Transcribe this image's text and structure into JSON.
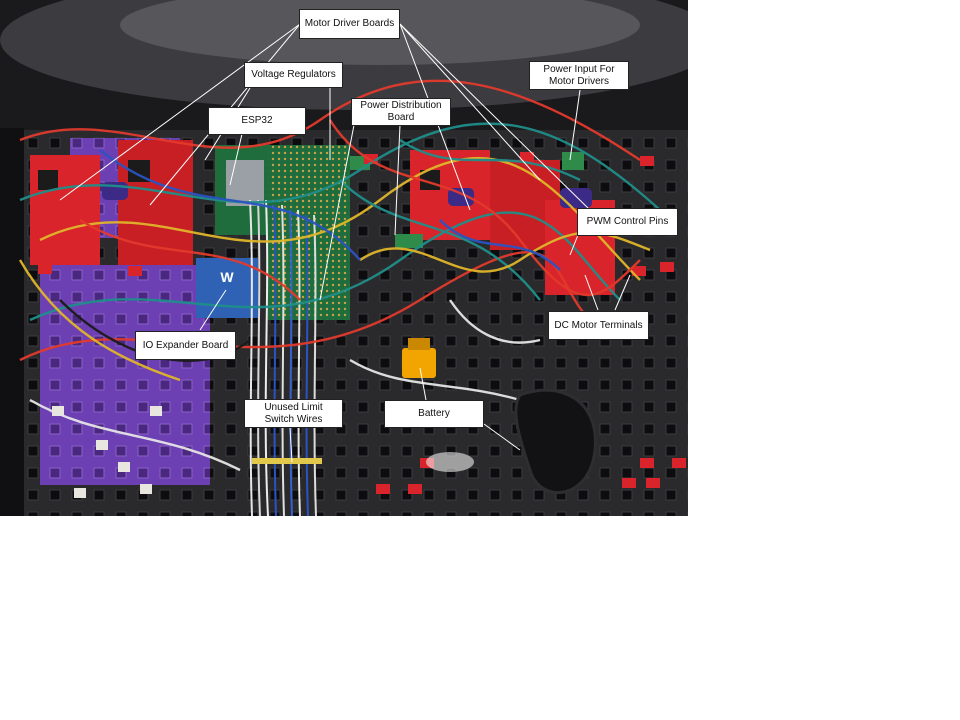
{
  "figure": {
    "description_photo": "Robot chassis wiring photograph",
    "callouts": {
      "motor_driver_boards": "Motor Driver Boards",
      "voltage_regulators": "Voltage Regulators",
      "esp32": "ESP32",
      "power_distribution_board": "Power Distribution Board",
      "power_input_motor_drivers": "Power Input For Motor Drivers",
      "pwm_control_pins": "PWM Control Pins",
      "dc_motor_terminals": "DC Motor Terminals",
      "io_expander_board": "IO Expander Board",
      "battery": "Battery",
      "unused_limit_switch_wires": "Unused Limit Switch Wires"
    },
    "colors": {
      "callout_border": "#222222",
      "leader_line": "#ffffff",
      "mounting_plate": "#1b1b1d",
      "driver_board": "#d8242a",
      "expander_board": "#2f62b5",
      "protoboard": "#1f6d3c",
      "battery_connector": "#f2a400",
      "purple_panel": "#6c3fb3"
    }
  }
}
